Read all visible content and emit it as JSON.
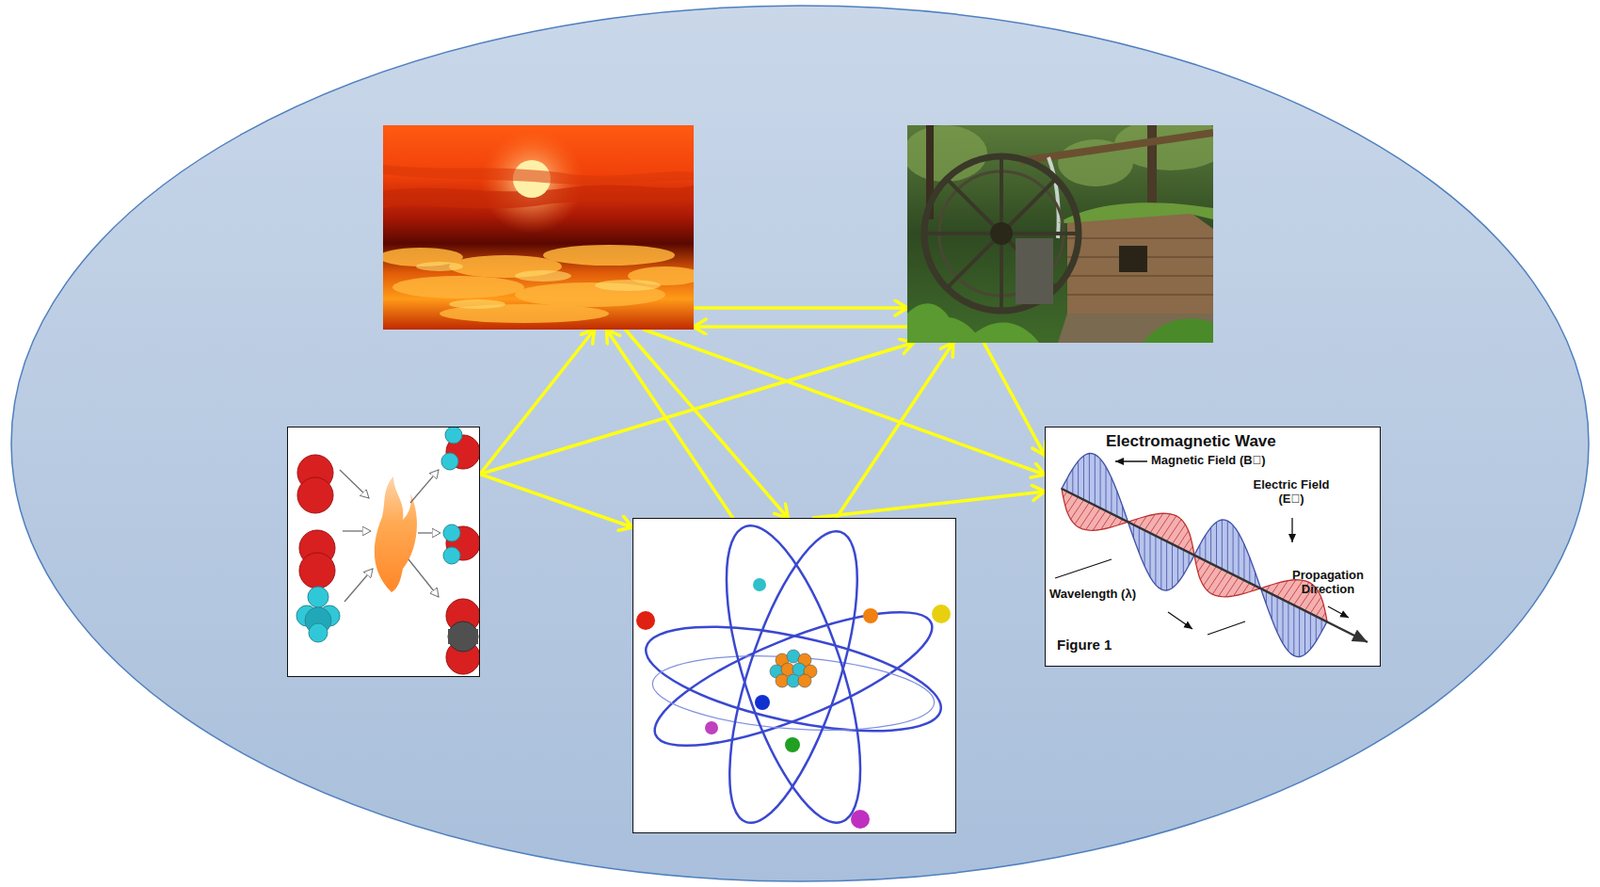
{
  "diagram": {
    "nodes": [
      {
        "text": []
      },
      {
        "text": [],
        "in": 0
      },
      {
        "text": [],
        "in": 0
      },
      {
        "text": [],
        "in": 0
      },
      {
        "text": [],
        "in": 0
      },
      {
        "text": [
          "Electromagnetic Wave",
          "Magnetic Field (B⃗)",
          "Electric Field (E⃗)",
          "Wavelength (λ)",
          "Propagation Direction",
          "Figure 1"
        ],
        "in": 0
      }
    ],
    "edges": [
      {
        "from": 1,
        "to": 2,
        "arrow": "to"
      },
      {
        "from": 2,
        "to": 1,
        "arrow": "to"
      },
      {
        "from": 3,
        "to": 1,
        "arrow": "to"
      },
      {
        "from": 3,
        "to": 2,
        "arrow": "to"
      },
      {
        "from": 3,
        "to": 4,
        "arrow": "to"
      },
      {
        "from": 4,
        "to": 1,
        "arrow": "to"
      },
      {
        "from": 1,
        "to": 4,
        "arrow": "to"
      },
      {
        "from": 1,
        "to": 5,
        "arrow": "to"
      },
      {
        "from": 2,
        "to": 5,
        "arrow": "to"
      },
      {
        "from": 4,
        "to": 2,
        "arrow": "to"
      },
      {
        "from": 4,
        "to": 5,
        "arrow": "to"
      }
    ]
  }
}
